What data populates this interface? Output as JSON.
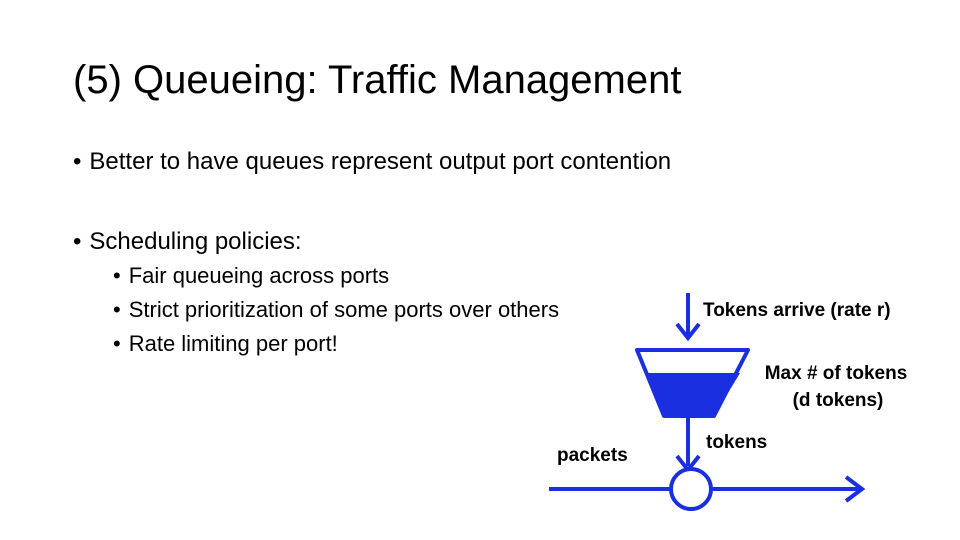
{
  "slide": {
    "title": "(5) Queueing: Traffic Management",
    "bullets": [
      "Better to have queues represent output port contention",
      "Scheduling policies:"
    ],
    "sub_bullets": [
      "Fair queueing across ports",
      "Strict prioritization of some ports over others",
      "Rate limiting per port!"
    ],
    "bullet_char": "•"
  },
  "diagram": {
    "tokens_arrive": "Tokens arrive (rate r)",
    "max_tokens_line1": "Max # of tokens",
    "max_tokens_line2": "(d tokens)",
    "tokens": "tokens",
    "packets": "packets",
    "stroke_color": "#1a2fe0",
    "fill_color": "#1a2fe0"
  }
}
